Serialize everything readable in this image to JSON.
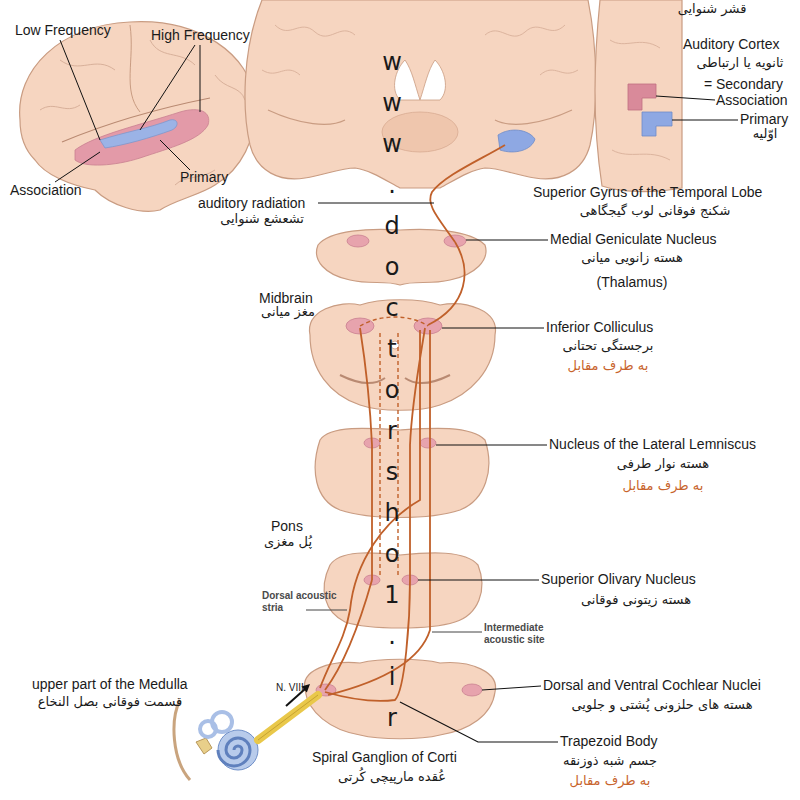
{
  "diagram": {
    "labels": [
      "Low Frequency",
      "High Frequency",
      "قشر شنوایی",
      "Auditory Cortex",
      "ثانویه یا ارتباطی",
      "=",
      "Secondary",
      "Association",
      "Primary",
      "اوّلیه",
      "Association",
      "Primary",
      "www.doctorsho1.ir",
      "Superior Gyrus of the Temporal Lobe",
      "شکنج فوقانی لوب گیجگاهی",
      "auditory radiation",
      "تشعشع شنوایی",
      "Medial Geniculate Nucleus",
      "هسته زانویی میانی",
      "(Thalamus)",
      "Midbrain",
      "مغز میانی",
      "Inferior Colliculus",
      "برجستگی تحتانی",
      "به طرف مقابل",
      "Nucleus of the Lateral Lemniscus",
      "هسته نوار طرفی",
      "به طرف مقابل",
      "Pons",
      "پُل مغزی",
      "Superior Olivary Nucleus",
      "هسته زیتونی فوقانی",
      "Dorsal acoustic stria",
      "Intermediate acoustic site",
      "upper part of the Medulla",
      "قسمت فوقانی بصل النخاع",
      "Dorsal and Ventral Cochlear Nuclei",
      "هسته های حلزونی پُشتی و جلویی",
      "N. VIII",
      "Trapezoid Body",
      "جسم شبه ذوزنقه",
      "به طرف مقابل",
      "Spiral Ganglion of Corti",
      "عُقده مارپیچی کُرتی"
    ]
  }
}
